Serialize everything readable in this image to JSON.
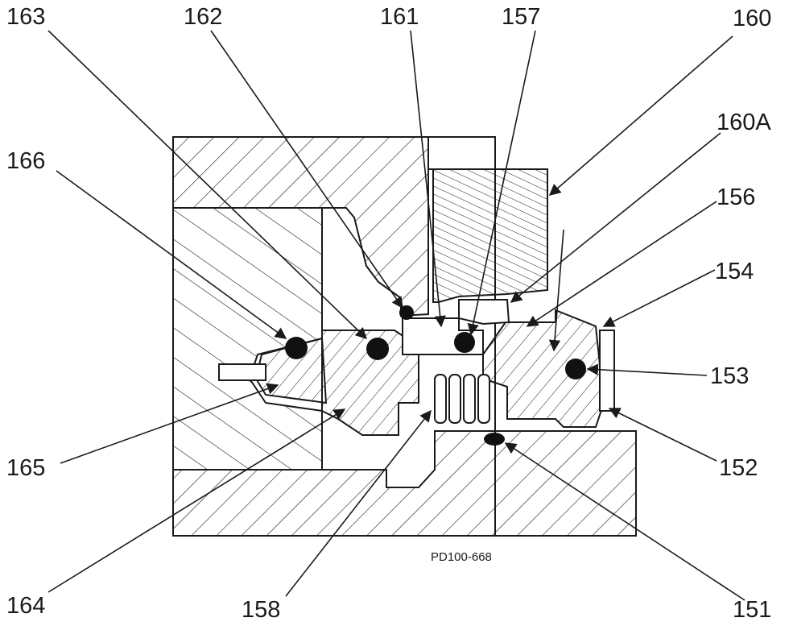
{
  "diagram": {
    "reference": "PD100-668",
    "callouts": {
      "c163": "163",
      "c162": "162",
      "c161": "161",
      "c157": "157",
      "c160": "160",
      "c160A": "160A",
      "c166": "166",
      "c156": "156",
      "c154": "154",
      "c153": "153",
      "c165": "165",
      "c152": "152",
      "c164": "164",
      "c158": "158",
      "c151": "151"
    },
    "colors": {
      "ink": "#1a1a1a",
      "paper": "#ffffff",
      "seal": "#111111"
    }
  }
}
